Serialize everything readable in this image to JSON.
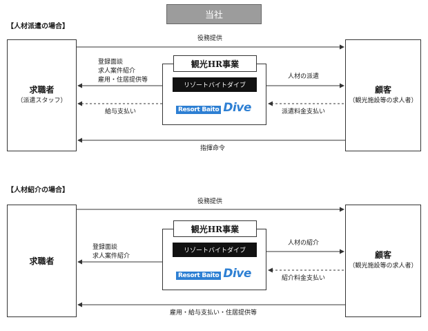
{
  "header": {
    "title": "当社"
  },
  "haken": {
    "section_label": "【人材派遣の場合】",
    "left_box": {
      "title": "求職者",
      "subtitle": "（派遣スタッフ）"
    },
    "right_box": {
      "title": "顧客",
      "subtitle": "（観光施設等の求人者）"
    },
    "center": {
      "title": "観光HR事業",
      "service": "リゾートバイトダイブ",
      "logo_text": "Resort Baito",
      "logo_dive": "Dive"
    },
    "top_arrow_label": "役務提供",
    "left_labels": [
      "登録面談",
      "求人案件紹介",
      "雇用・住居提供等"
    ],
    "salary_label": "給与支払い",
    "dispatch_label": "人材の派遣",
    "fee_label": "派遣料金支払い",
    "bottom_arrow_label": "指揮命令"
  },
  "shokai": {
    "section_label": "【人材紹介の場合】",
    "left_box": {
      "title": "求職者"
    },
    "right_box": {
      "title": "顧客",
      "subtitle": "（観光施設等の求人者）"
    },
    "center": {
      "title": "観光HR事業",
      "service": "リゾートバイトダイブ",
      "logo_text": "Resort Baito",
      "logo_dive": "Dive"
    },
    "top_arrow_label": "役務提供",
    "left_labels": [
      "登録面談",
      "求人案件紹介"
    ],
    "intro_label": "人材の紹介",
    "fee_label": "紹介料金支払い",
    "bottom_arrow_label": "雇用・給与支払い・住居提供等"
  }
}
